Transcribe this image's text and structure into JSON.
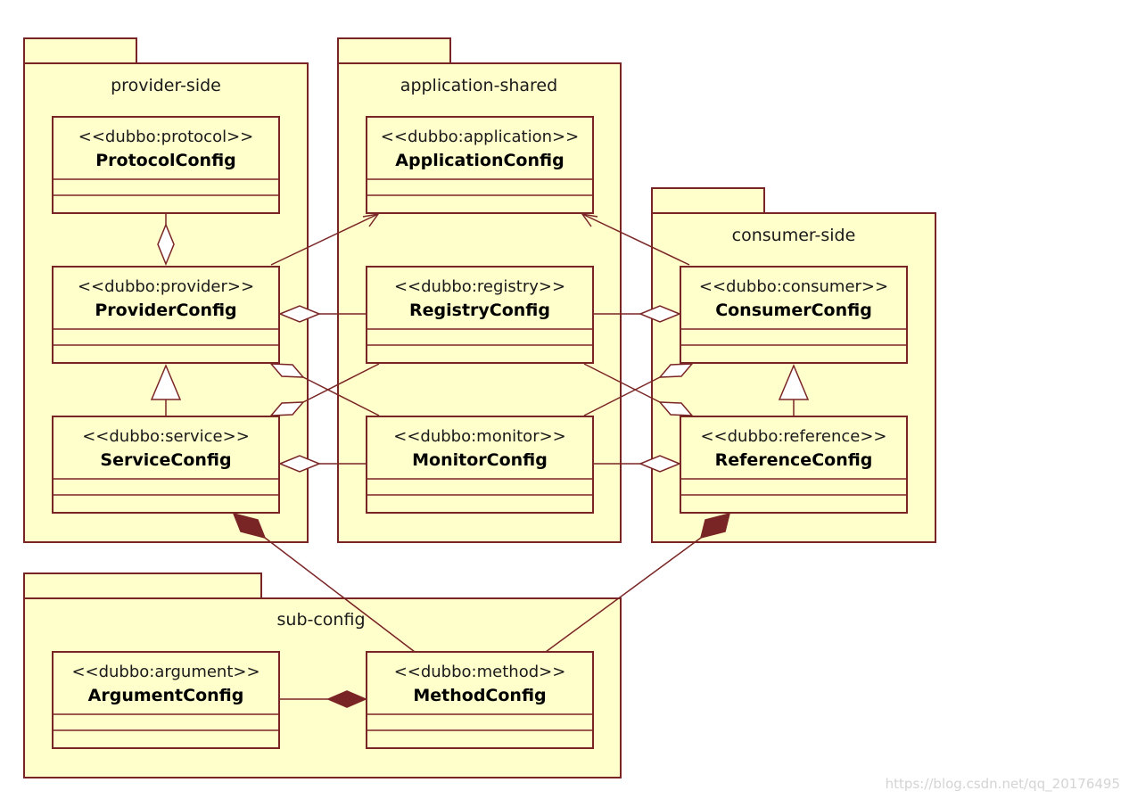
{
  "packages": [
    {
      "id": "provider",
      "name": "provider-side"
    },
    {
      "id": "application",
      "name": "application-shared"
    },
    {
      "id": "consumer",
      "name": "consumer-side"
    },
    {
      "id": "sub",
      "name": "sub-config"
    }
  ],
  "classes": [
    {
      "id": "protocol",
      "stereotype": "<<dubbo:protocol>>",
      "name": "ProtocolConfig"
    },
    {
      "id": "provider",
      "stereotype": "<<dubbo:provider>>",
      "name": "ProviderConfig"
    },
    {
      "id": "service",
      "stereotype": "<<dubbo:service>>",
      "name": "ServiceConfig"
    },
    {
      "id": "application",
      "stereotype": "<<dubbo:application>>",
      "name": "ApplicationConfig"
    },
    {
      "id": "registry",
      "stereotype": "<<dubbo:registry>>",
      "name": "RegistryConfig"
    },
    {
      "id": "monitor",
      "stereotype": "<<dubbo:monitor>>",
      "name": "MonitorConfig"
    },
    {
      "id": "consumer",
      "stereotype": "<<dubbo:consumer>>",
      "name": "ConsumerConfig"
    },
    {
      "id": "reference",
      "stereotype": "<<dubbo:reference>>",
      "name": "ReferenceConfig"
    },
    {
      "id": "argument",
      "stereotype": "<<dubbo:argument>>",
      "name": "ArgumentConfig"
    },
    {
      "id": "method",
      "stereotype": "<<dubbo:method>>",
      "name": "MethodConfig"
    }
  ],
  "relations": [
    {
      "from": "protocol",
      "to": "provider",
      "type": "aggregation"
    },
    {
      "from": "service",
      "to": "provider",
      "type": "generalization"
    },
    {
      "from": "provider",
      "to": "application",
      "type": "association"
    },
    {
      "from": "consumer",
      "to": "application",
      "type": "association"
    },
    {
      "from": "registry",
      "to": "provider",
      "type": "aggregation"
    },
    {
      "from": "registry",
      "to": "consumer",
      "type": "aggregation"
    },
    {
      "from": "monitor",
      "to": "provider",
      "type": "aggregation"
    },
    {
      "from": "registry",
      "to": "service",
      "type": "aggregation"
    },
    {
      "from": "monitor",
      "to": "service",
      "type": "aggregation"
    },
    {
      "from": "monitor",
      "to": "reference",
      "type": "aggregation"
    },
    {
      "from": "registry",
      "to": "reference",
      "type": "aggregation"
    },
    {
      "from": "monitor",
      "to": "consumer",
      "type": "aggregation"
    },
    {
      "from": "reference",
      "to": "consumer",
      "type": "generalization"
    },
    {
      "from": "method",
      "to": "service",
      "type": "composition"
    },
    {
      "from": "method",
      "to": "reference",
      "type": "composition"
    },
    {
      "from": "argument",
      "to": "method",
      "type": "composition"
    }
  ],
  "colors": {
    "fill": "#ffffcc",
    "stroke": "#7a2525"
  },
  "watermark": "https://blog.csdn.net/qq_20176495"
}
